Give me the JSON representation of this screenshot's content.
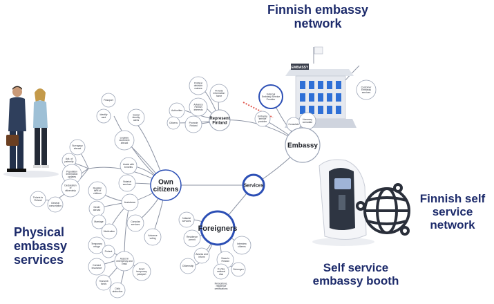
{
  "titles": {
    "embassy_network": "Finnish embassy network",
    "physical": "Physical embassy services",
    "booth": "Self service embassy booth",
    "self_network": "Finnish self service network"
  },
  "hubs": {
    "own_citizens": "Own citizens",
    "foreigners": "Foreigners",
    "services": "Services",
    "embassy": "Embassy",
    "represent_finland": "Represent Finland"
  },
  "nodes": {
    "passport": "Passport",
    "identity_card": "Identity card",
    "social_identity_cards": "Social identity cards",
    "legalize_document": "Legalize document abroad",
    "surrogacy_abroad": "Surrogacy abroad",
    "ack_paternity": "Ack. of paternity",
    "population_info_updates": "Population information updates",
    "declaration_citizenship": "Declaration of citizenship",
    "tickets_to_finland": "Tickets to Finland",
    "general_conscription": "General conscription",
    "assist_benefits": "Assist with benefits",
    "notarial_services_own": "Notarial services",
    "register_birth": "Register birth of children",
    "death_abroad": "Death abroad",
    "assistance": "Assistance",
    "marriage": "Marriage",
    "medication": "Medication",
    "consular_services": "Consular services",
    "advance_voting": "Advance voting",
    "temporary_refuge": "Temporary refuge",
    "protect": "Protect",
    "contact_insurance": "Contact insurance",
    "assist_emergency": "Assist in emergency and crisis",
    "grant_temporary_passport": "Grant temporary passport",
    "transmit_funds": "Transmit funds",
    "child_abduction": "Child abduction",
    "political_decision_makers": "Political decision makers",
    "provide_information_home": "Provide information home",
    "advance_interests": "Advance Finnish interests",
    "authorities": "Authorities",
    "citizens": "Citizens",
    "promote_finland": "Promote Finland",
    "external_provider": "External Embassy Service Provider",
    "consulate": "Consulate",
    "honorary_consulate": "Honorary consulate",
    "customer_embassy_services": "Customer Embassy services",
    "provider_small": "Embassy service provider",
    "notarial_services_for": "Notarial services",
    "residence_permit": "Residence permit",
    "assess_inform": "Assess and inform",
    "citizenship": "Citizenship",
    "interview_citizens": "Interview citizens",
    "visas_to_finland": "Visas to Finland",
    "d_visa": "D-Visa national visa",
    "schengen": "Schengen",
    "foreign_note": "Relocations, residence certifications"
  },
  "building_sign": "EMBASSY",
  "colors": {
    "title": "#1d2b6b",
    "hub_ring": "#2c4fb5",
    "node_ring": "#9aa3b5",
    "line": "#8c93a3",
    "accent_red": "#e0584f",
    "building_blue": "#2e6fd6"
  }
}
